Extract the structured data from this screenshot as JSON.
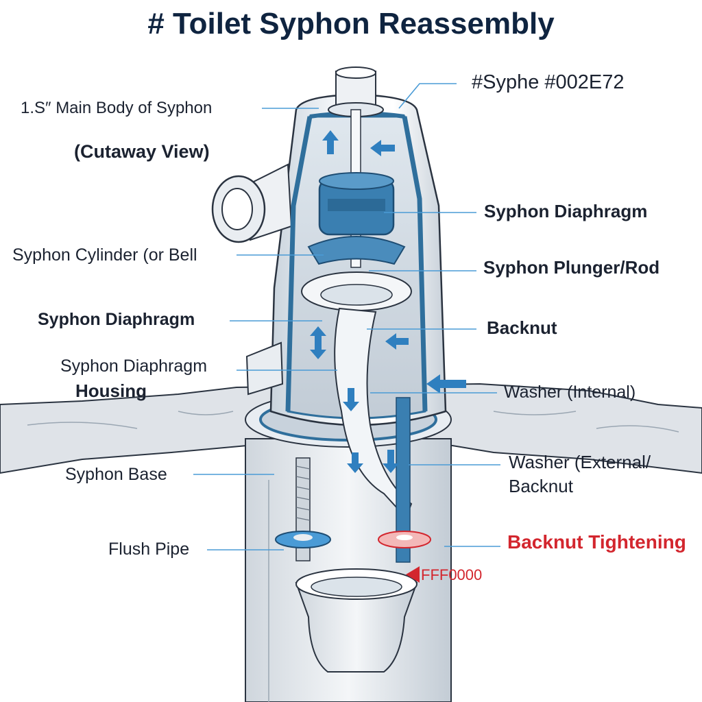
{
  "title": "# Toilet Syphon Reassembly",
  "colors": {
    "ink": "#1b2230",
    "title": "#0f2440",
    "accent_blue": "#2f7fbf",
    "part_blue": "#2f6f9c",
    "warning_red": "#d3262e",
    "pointer_blue": "#4a9bd6"
  },
  "labels_left": {
    "main_body": "1.S″ Main Body of Syphon",
    "cutaway": "(Cutaway View)",
    "cylinder": "Syphon Cylinder (or Bell",
    "diaphragm": "Syphon Diaphragm",
    "housing_line1": "Syphon Diaphragm",
    "housing_line2": "Housing",
    "base": "Syphon Base",
    "flush_pipe": "Flush Pipe"
  },
  "labels_right": {
    "color_note": "#Syphe #002E72",
    "diaphragm": "Syphon Diaphragm",
    "plunger": "Syphon Plunger/Rod",
    "backnut": "Backnut",
    "washer_internal": "Washer (Internal)",
    "washer_external_line1": "Washer (External/",
    "washer_external_line2": "Backnut",
    "tightening": "Backnut Tightening",
    "red_code": "FFF0000"
  },
  "icons": [
    "up-arrow-icon",
    "left-arrow-icon",
    "double-arrow-icon",
    "down-arrow-icon",
    "red-pointer-icon"
  ]
}
